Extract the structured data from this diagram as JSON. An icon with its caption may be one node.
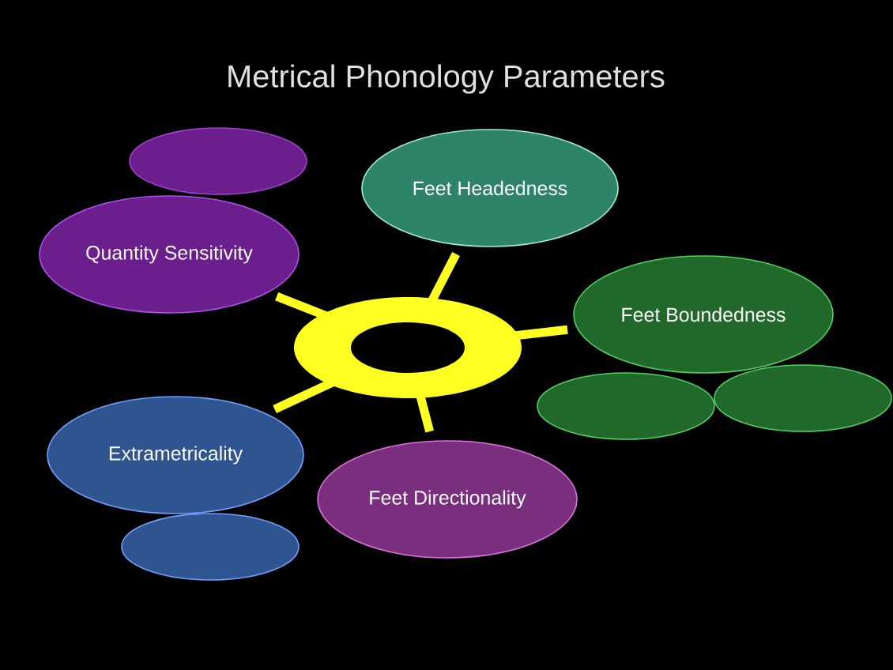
{
  "diagram": {
    "title": "Metrical Phonology Parameters",
    "nodes": [
      {
        "text": [],
        "shape": "ellipse"
      },
      {
        "text": [
          "Quantity Sensitivity"
        ]
      },
      {
        "text": [
          "Feet Headedness"
        ]
      },
      {
        "text": [
          "Feet Boundedness"
        ]
      },
      {
        "text": [],
        "shape": "ring"
      },
      {
        "text": [],
        "shape": "ellipse"
      },
      {
        "text": [],
        "shape": "ellipse"
      },
      {
        "text": [
          "Extrametricality"
        ]
      },
      {
        "text": [
          "Feet Directionality"
        ]
      },
      {
        "text": [],
        "shape": "ellipse"
      }
    ],
    "edges": [
      {
        "from": 4,
        "to": 1,
        "arrow": "none"
      },
      {
        "from": 4,
        "to": 2,
        "arrow": "none"
      },
      {
        "from": 4,
        "to": 3,
        "arrow": "none"
      },
      {
        "from": 4,
        "to": 7,
        "arrow": "none"
      },
      {
        "from": 4,
        "to": 8,
        "arrow": "none"
      }
    ]
  }
}
